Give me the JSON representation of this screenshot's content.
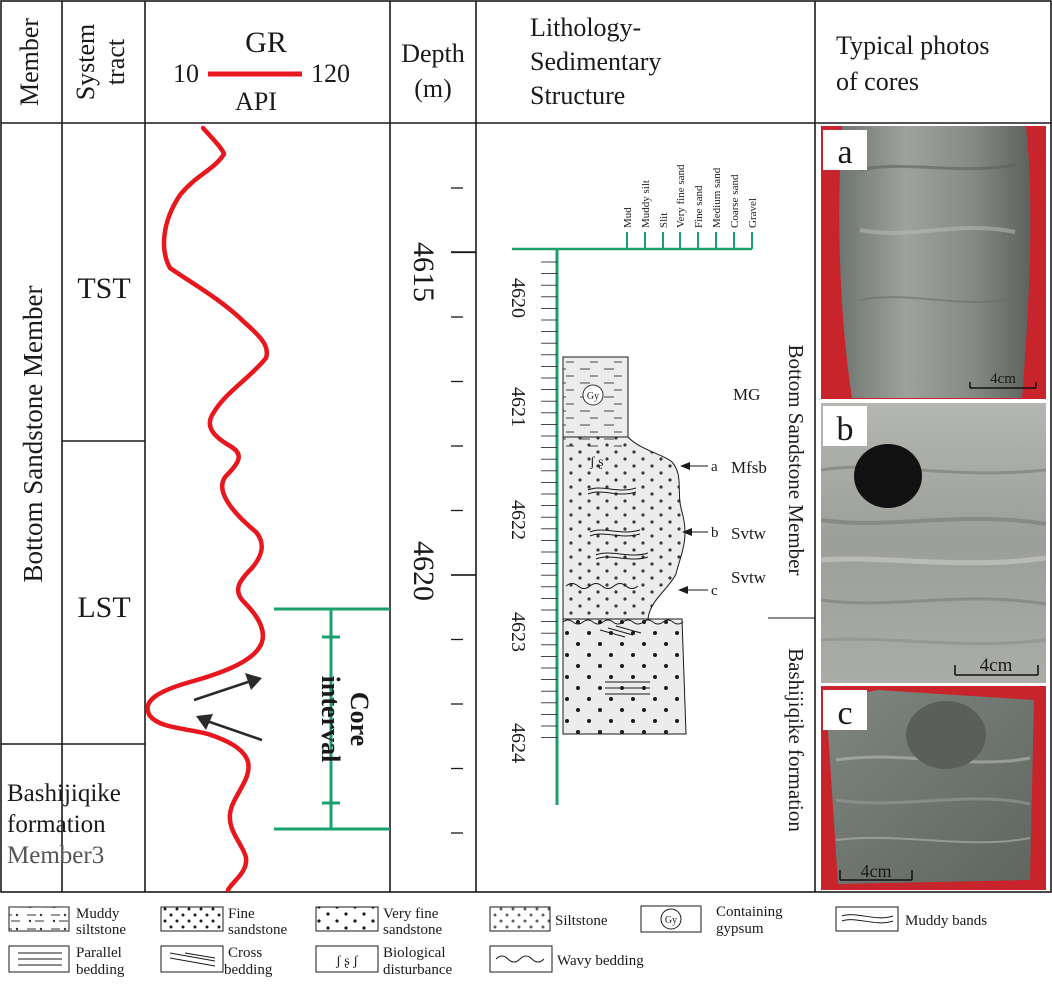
{
  "headers": {
    "member": "Member",
    "system_tract": [
      "System",
      "tract"
    ],
    "gr_title": "GR",
    "gr_min": "10",
    "gr_max": "120",
    "gr_unit": "API",
    "depth": [
      "Depth",
      "(m)"
    ],
    "lithology": [
      "Lithology-",
      "Sedimentary",
      "Structure"
    ],
    "photos": [
      "Typical photos",
      "of cores"
    ]
  },
  "members": {
    "bottom_sandstone": "Bottom Sandstone Member",
    "bashijiqike": [
      "Bashijiqike",
      "formation",
      "Member3"
    ]
  },
  "tracts": [
    "TST",
    "LST"
  ],
  "depth_labels": [
    "4615",
    "4620"
  ],
  "core_interval": [
    "Core",
    "interval"
  ],
  "grain_size_labels": [
    "Mud",
    "Muddy silt",
    "Slit",
    "Very fine sand",
    "Fine sand",
    "Medium sand",
    "Coarse sand",
    "Gravel"
  ],
  "litho_depths": [
    "4620",
    "4621",
    "4622",
    "4623",
    "4624"
  ],
  "facies_labels": [
    "MG",
    "Mfsb",
    "Svtw",
    "Svtw"
  ],
  "photo_markers": [
    "a",
    "b",
    "c"
  ],
  "gypsum_symbol": "Gy",
  "litho_members": [
    "Bottom Sandstone Member",
    "Bashijiqike formation"
  ],
  "photos": [
    {
      "id": "a",
      "scale": "4cm"
    },
    {
      "id": "b",
      "scale": "4cm"
    },
    {
      "id": "c",
      "scale": "4cm"
    }
  ],
  "legend": [
    {
      "symbol": "muddy-siltstone",
      "label": [
        "Muddy",
        "siltstone"
      ]
    },
    {
      "symbol": "fine-sandstone",
      "label": [
        "Fine",
        "sandstone"
      ]
    },
    {
      "symbol": "very-fine-sandstone",
      "label": [
        "Very fine",
        "sandstone"
      ]
    },
    {
      "symbol": "siltstone",
      "label": [
        "Siltstone"
      ]
    },
    {
      "symbol": "gypsum",
      "label": [
        "Containing",
        "gypsum"
      ],
      "glyph": "Gy"
    },
    {
      "symbol": "muddy-bands",
      "label": [
        "Muddy bands"
      ]
    },
    {
      "symbol": "parallel-bedding",
      "label": [
        "Parallel",
        "bedding"
      ]
    },
    {
      "symbol": "cross-bedding",
      "label": [
        "Cross",
        "bedding"
      ]
    },
    {
      "symbol": "biological-disturbance",
      "label": [
        "Biological",
        "disturbance"
      ]
    },
    {
      "symbol": "wavy-bedding",
      "label": [
        "Wavy bedding"
      ]
    }
  ],
  "colors": {
    "gr_curve": "#e8161d",
    "core_marker": "#1aa06a",
    "core_fill": "#ececec",
    "photo_bg_red": "#c8242b"
  }
}
